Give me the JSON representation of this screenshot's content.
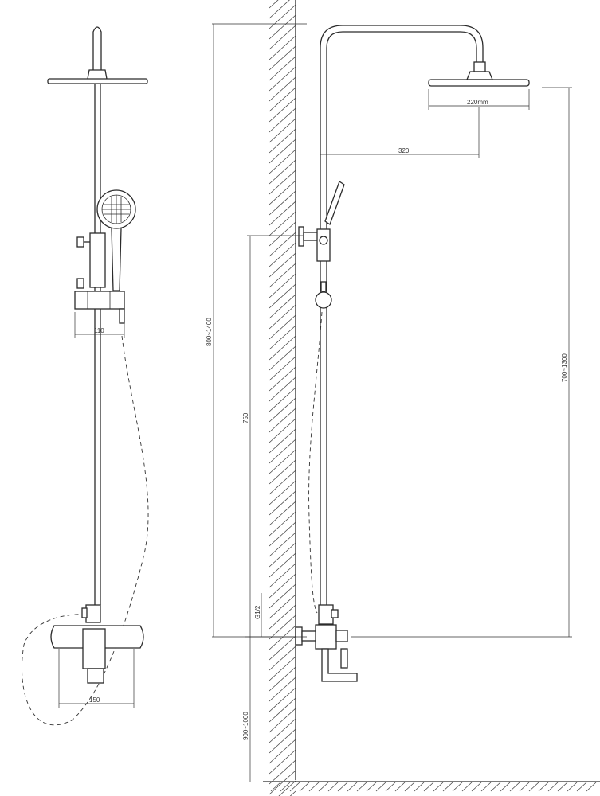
{
  "dimensions": {
    "head_diameter": "220mm",
    "arm_reach": "320",
    "handshower_offset": "110",
    "mixer_spacing": "150",
    "total_height_range": "800~1400",
    "bracket_height": "750",
    "inlet_thread": "G1/2",
    "head_height_range": "700~1300",
    "floor_height_range": "900~1000"
  }
}
